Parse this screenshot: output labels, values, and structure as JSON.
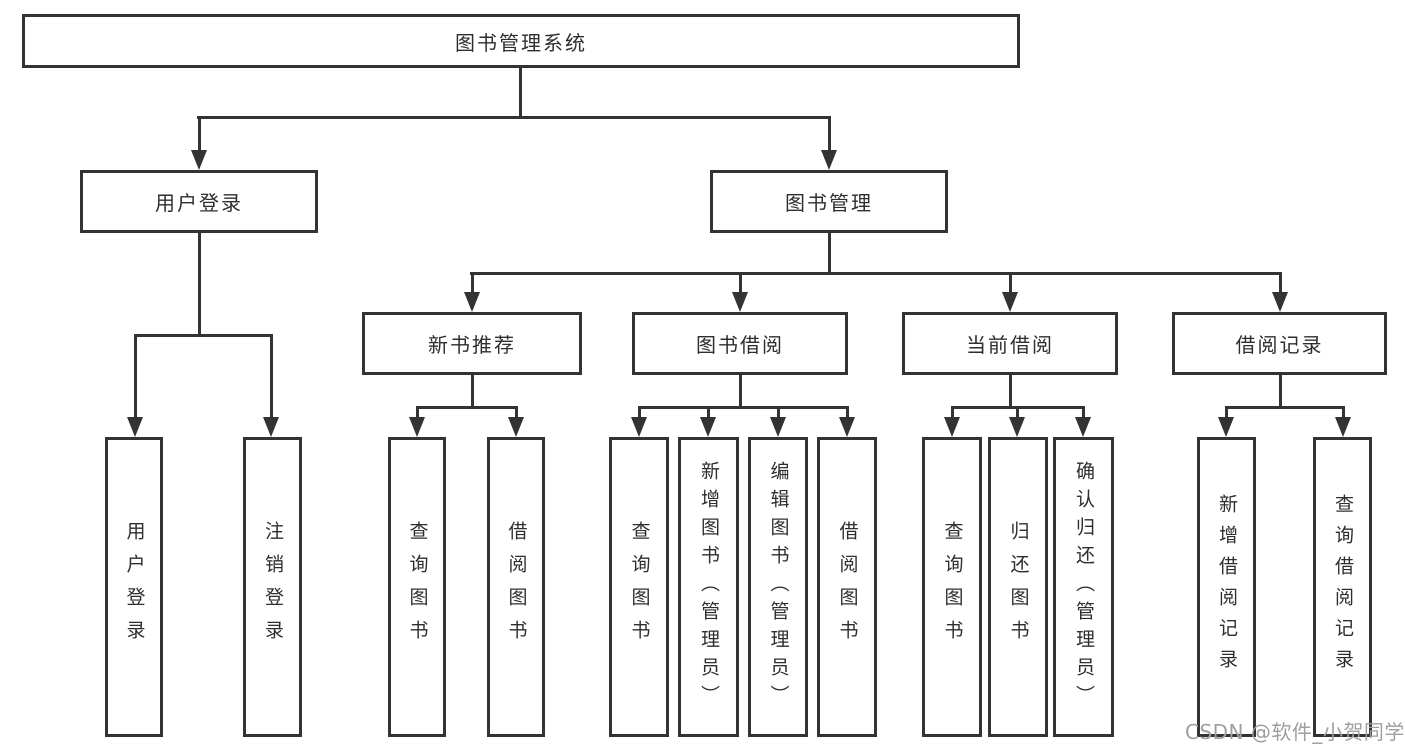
{
  "tree": {
    "root": {
      "label": "图书管理系统"
    },
    "branches": [
      {
        "label": "用户登录",
        "children": [
          {
            "label": "用户登录"
          },
          {
            "label": "注销登录"
          }
        ]
      },
      {
        "label": "图书管理",
        "groups": [
          {
            "label": "新书推荐",
            "children": [
              {
                "label": "查询图书"
              },
              {
                "label": "借阅图书"
              }
            ]
          },
          {
            "label": "图书借阅",
            "children": [
              {
                "label": "查询图书"
              },
              {
                "label": "新增图书（管理员）"
              },
              {
                "label": "编辑图书（管理员）"
              },
              {
                "label": "借阅图书"
              }
            ]
          },
          {
            "label": "当前借阅",
            "children": [
              {
                "label": "查询图书"
              },
              {
                "label": "归还图书"
              },
              {
                "label": "确认归还（管理员）"
              }
            ]
          },
          {
            "label": "借阅记录",
            "children": [
              {
                "label": "新增借阅记录"
              },
              {
                "label": "查询借阅记录"
              }
            ]
          }
        ]
      }
    ]
  },
  "watermark": "CSDN @软件_小贺同学",
  "colors": {
    "line": "#333333",
    "text": "#2e2e2e",
    "background": "#ffffff",
    "watermark": "#9e9ea3"
  }
}
